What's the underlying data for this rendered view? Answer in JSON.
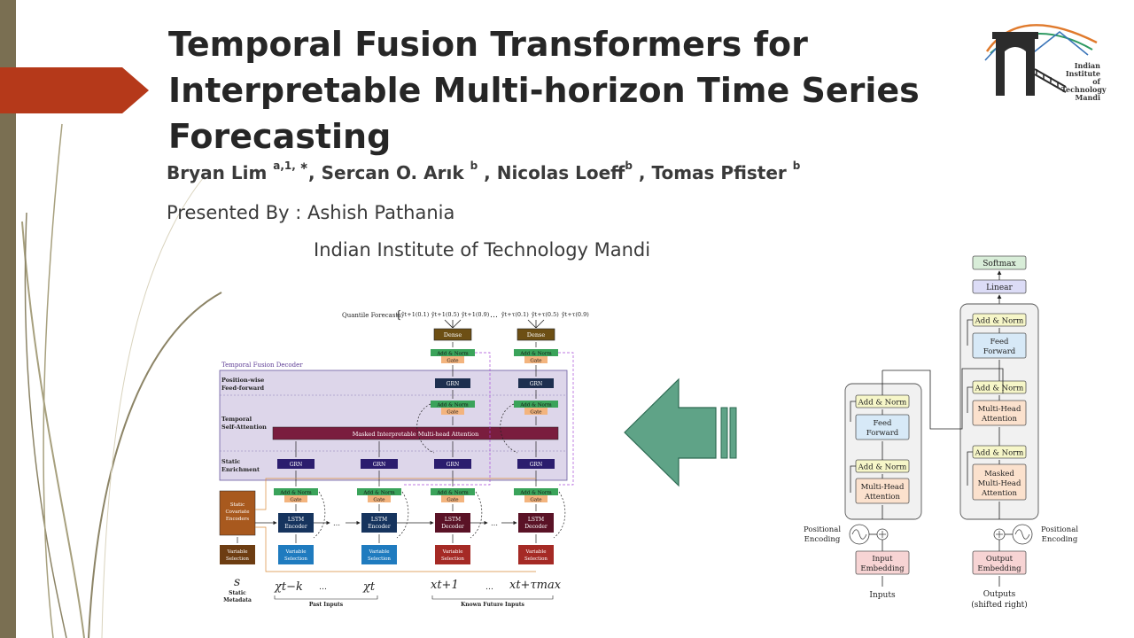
{
  "slide": {
    "title_lines": [
      "Temporal Fusion Transformers for",
      "Interpretable Multi-horizon Time Series",
      "Forecasting"
    ],
    "authors": {
      "a1_name": "Bryan Lim",
      "a1_sup": "a,1, ∗",
      "a2_name": ", Sercan O. Arık",
      "a2_sup": "b",
      "a3_name": ", Nicolas Loeff",
      "a3_sup": "b",
      "a4_name": " , Tomas Pfister",
      "a4_sup": "b"
    },
    "presenter": "Presented By : Ashish Pathania",
    "institute": "Indian Institute of Technology Mandi",
    "logo": {
      "line1": "Indian",
      "line2": "Institute of",
      "line3": "Technology",
      "line4": "Mandi"
    }
  },
  "tft": {
    "quantile_label": "Quantile Forecasts",
    "q1": "ŷt+1(0.1)",
    "q2": "ŷt+1(0.5)",
    "q3": "ŷt+1(0.9)",
    "ellipsis": "…",
    "q4": "ŷt+τ(0.1)",
    "q5": "ŷt+τ(0.5)",
    "q6": "ŷt+τ(0.9)",
    "dense": "Dense",
    "addnorm": "Add & Norm",
    "gate": "Gate",
    "grn": "GRN",
    "decoder_title": "Temporal Fusion Decoder",
    "pos_ff_1": "Position-wise",
    "pos_ff_2": "Feed-forward",
    "temporal_sa_1": "Temporal",
    "temporal_sa_2": "Self-Attention",
    "static_enrich_1": "Static",
    "static_enrich_2": "Enrichment",
    "masked_attention": "Masked Interpretable Multi-head Attention",
    "static_cov_1": "Static",
    "static_cov_2": "Covariate",
    "static_cov_3": "Encoders",
    "lstm_encoder_1": "LSTM",
    "lstm_encoder_2": "Encoder",
    "lstm_decoder_1": "LSTM",
    "lstm_decoder_2": "Decoder",
    "var_sel_1": "Variable",
    "var_sel_2": "Selection",
    "s_symbol": "s",
    "static_meta_1": "Static",
    "static_meta_2": "Metadata",
    "x_tk": "χt−k",
    "x_t": "χt",
    "x_t1": "xt+1",
    "x_tmax": "xt+τmax",
    "dots": "…",
    "past_inputs": "Past Inputs",
    "known_future": "Known Future Inputs"
  },
  "transformer": {
    "softmax": "Softmax",
    "linear": "Linear",
    "addnorm": "Add & Norm",
    "ff_1": "Feed",
    "ff_2": "Forward",
    "mha_1": "Multi-Head",
    "mha_2": "Attention",
    "masked_1": "Masked",
    "masked_2": "Multi-Head",
    "masked_3": "Attention",
    "pos_enc_1": "Positional",
    "pos_enc_2": "Encoding",
    "in_emb_1": "Input",
    "in_emb_2": "Embedding",
    "out_emb_1": "Output",
    "out_emb_2": "Embedding",
    "inputs": "Inputs",
    "outputs_1": "Outputs",
    "outputs_2": "(shifted right)"
  },
  "colors": {
    "sidebar": "#7a6f52",
    "accent_arrow": "#b5391a",
    "big_arrow_fill": "#5fa387",
    "decoder_bg": "#ddd6ea",
    "addnorm_green": "#3aa35a",
    "gate_orange": "#f3b47e",
    "grn_navy": "#1d2f4f",
    "attention_maroon": "#7a1d3e",
    "lstm_encoder": "#16345e",
    "lstm_decoder": "#5a1226",
    "varsel_blue": "#1f7bbf",
    "varsel_red": "#a52a25",
    "static_brown": "#a8591e",
    "dense_brown": "#6d4f14"
  }
}
